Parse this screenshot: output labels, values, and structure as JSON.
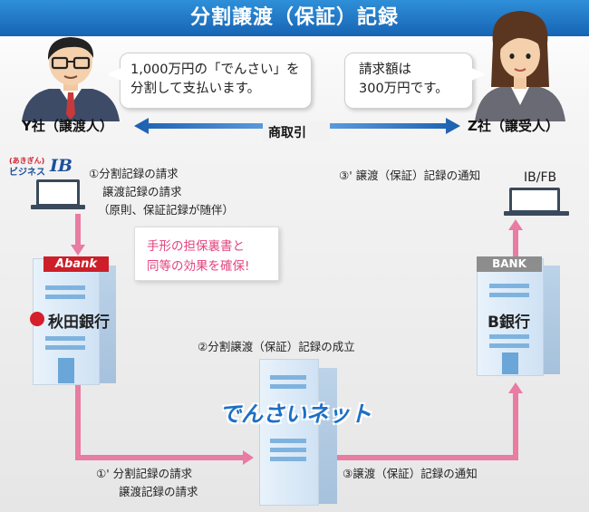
{
  "title": "分割譲渡（保証）記録",
  "transferor": {
    "label": "Y社（譲渡人）",
    "speech": [
      "1,000万円の「でんさい」を",
      "分割して支払います。"
    ]
  },
  "transferee": {
    "label": "Z社（譲受人）",
    "speech": [
      "請求額は",
      "300万円です。"
    ]
  },
  "trade_label": "商取引",
  "left_service_logo": {
    "top": "(あきぎん)",
    "left": "ビジネス",
    "right": "IB"
  },
  "right_service_label": "IB/FB",
  "step1": [
    "①分割記録の請求",
    "譲渡記録の請求",
    "（原則、保証記録が随伴）"
  ],
  "step3_notice": "③' 譲渡（保証）記録の通知",
  "note": [
    "手形の担保裏書と",
    "同等の効果を確保!"
  ],
  "bank_a": {
    "sign": "Abank",
    "name": "秋田銀行"
  },
  "bank_b": {
    "sign": "BANK",
    "name": "B銀行"
  },
  "step2": "②分割譲渡（保証）記録の成立",
  "network_name": "でんさいネット",
  "step1_prime": [
    "①' 分割記録の請求",
    "譲渡記録の請求"
  ],
  "step3": "③譲渡（保証）記録の通知",
  "colors": {
    "title_bar": "#1f78c8",
    "arrow": "#e87ca3",
    "trade_arrow": "#2a76c6",
    "note_text": "#e2447e",
    "bank_red": "#cc1f2a",
    "network_blue": "#1d6fc4"
  },
  "icons": [
    "businessman-icon",
    "businesswoman-icon",
    "laptop-icon",
    "bank-building-icon",
    "network-building-icon"
  ]
}
